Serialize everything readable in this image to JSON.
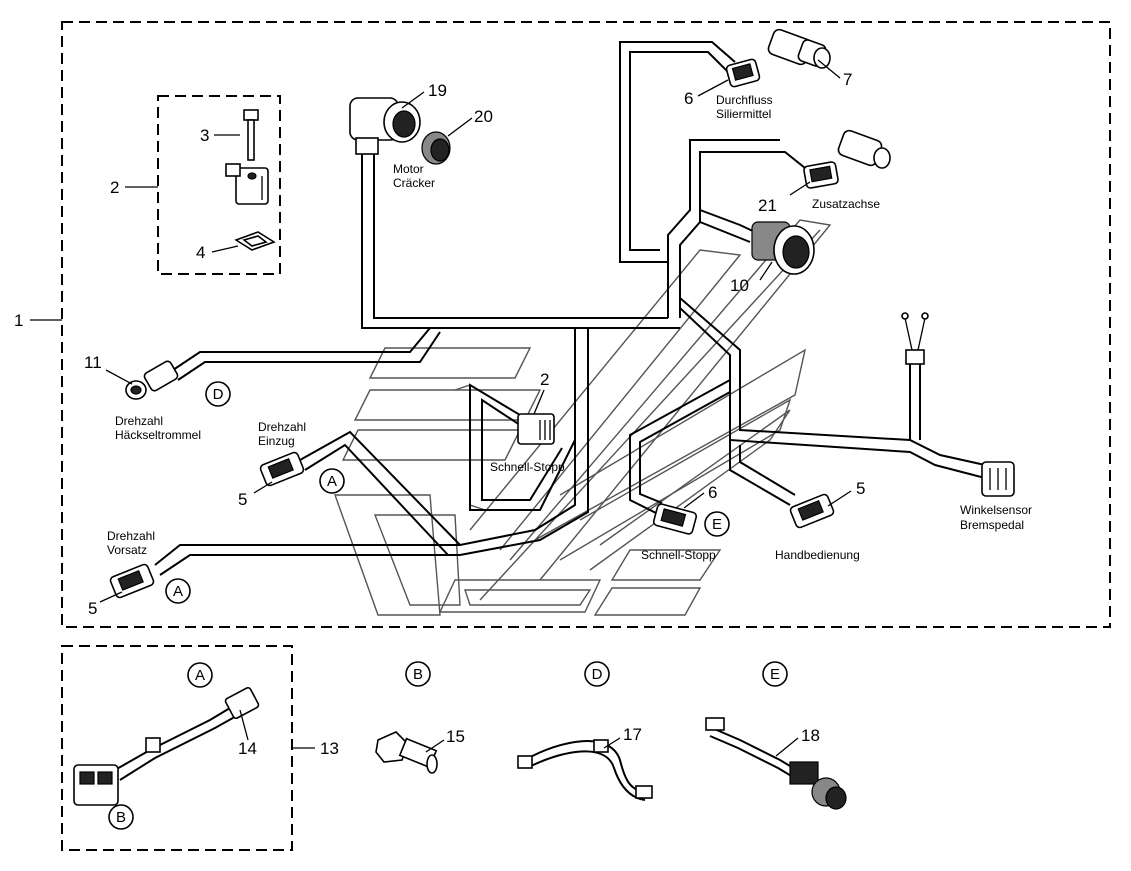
{
  "callouts": {
    "n1": "1",
    "n2a": "2",
    "n2b": "2",
    "n3": "3",
    "n4": "4",
    "n5a": "5",
    "n5b": "5",
    "n5c": "5",
    "n6a": "6",
    "n6b": "6",
    "n7": "7",
    "n10": "10",
    "n11": "11",
    "n13": "13",
    "n14": "14",
    "n15": "15",
    "n17": "17",
    "n18": "18",
    "n19": "19",
    "n20": "20",
    "n21": "21"
  },
  "labels": {
    "durchfluss_1": "Durchfluss",
    "durchfluss_2": "Siliermittel",
    "motor_1": "Motor",
    "motor_2": "Cräcker",
    "zusatzachse": "Zusatzachse",
    "schnell_stopp_1": "Schnell-Stopp",
    "schnell_stopp_2": "Schnell-Stopp",
    "drehzahl_trommel_1": "Drehzahl",
    "drehzahl_trommel_2": "Häckseltrommel",
    "drehzahl_einzug_1": "Drehzahl",
    "drehzahl_einzug_2": "Einzug",
    "drehzahl_vorsatz_1": "Drehzahl",
    "drehzahl_vorsatz_2": "Vorsatz",
    "handbedienung": "Handbedienung",
    "winkelsensor_1": "Winkelsensor",
    "winkelsensor_2": "Bremspedal"
  },
  "refs": {
    "A1": "A",
    "A2": "A",
    "A3": "A",
    "B1": "B",
    "B2": "B",
    "D1": "D",
    "D2": "D",
    "E1": "E",
    "E2": "E"
  }
}
